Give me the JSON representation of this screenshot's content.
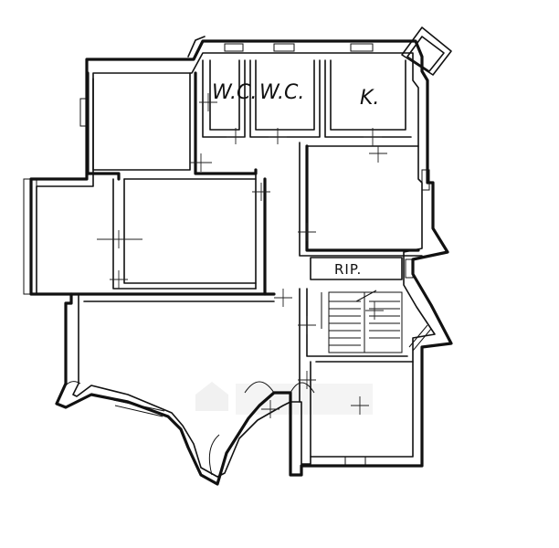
{
  "rooms": {
    "wc1": "W.C.",
    "wc2": "W.C.",
    "kitchen": "K.",
    "storage": "RIP."
  },
  "colors": {
    "ink": "#111111",
    "paper": "#ffffff",
    "watermark": "#ededed"
  }
}
